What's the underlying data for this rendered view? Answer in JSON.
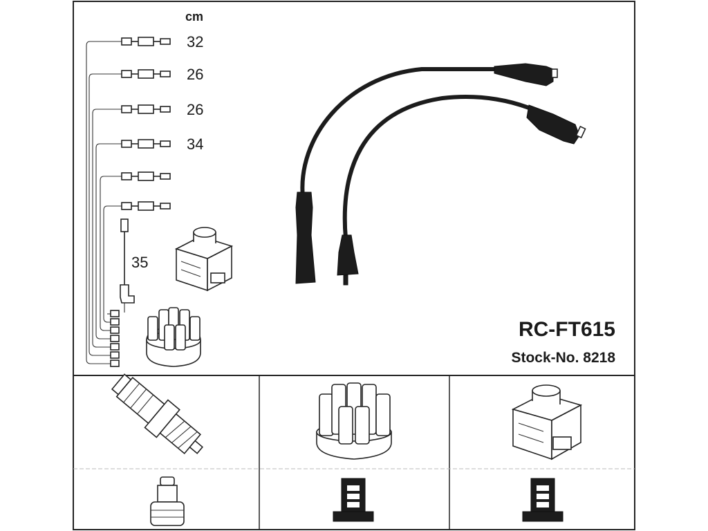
{
  "diagram": {
    "unit_label": "cm",
    "lead_lengths": [
      "32",
      "26",
      "26",
      "34",
      "",
      "",
      "35"
    ],
    "product_code": "RC-FT615",
    "stock_number": "Stock-No. 8218"
  },
  "colors": {
    "line": "#222222",
    "cable": "#1c1c1c",
    "background": "#ffffff"
  },
  "icons": [
    "ignition-cable-set-icon",
    "ignition-coil-icon",
    "distributor-cap-icon",
    "spark-plug-icon",
    "plug-boot-connector-icon",
    "cap-terminal-connector-icon",
    "coil-terminal-connector-icon"
  ]
}
